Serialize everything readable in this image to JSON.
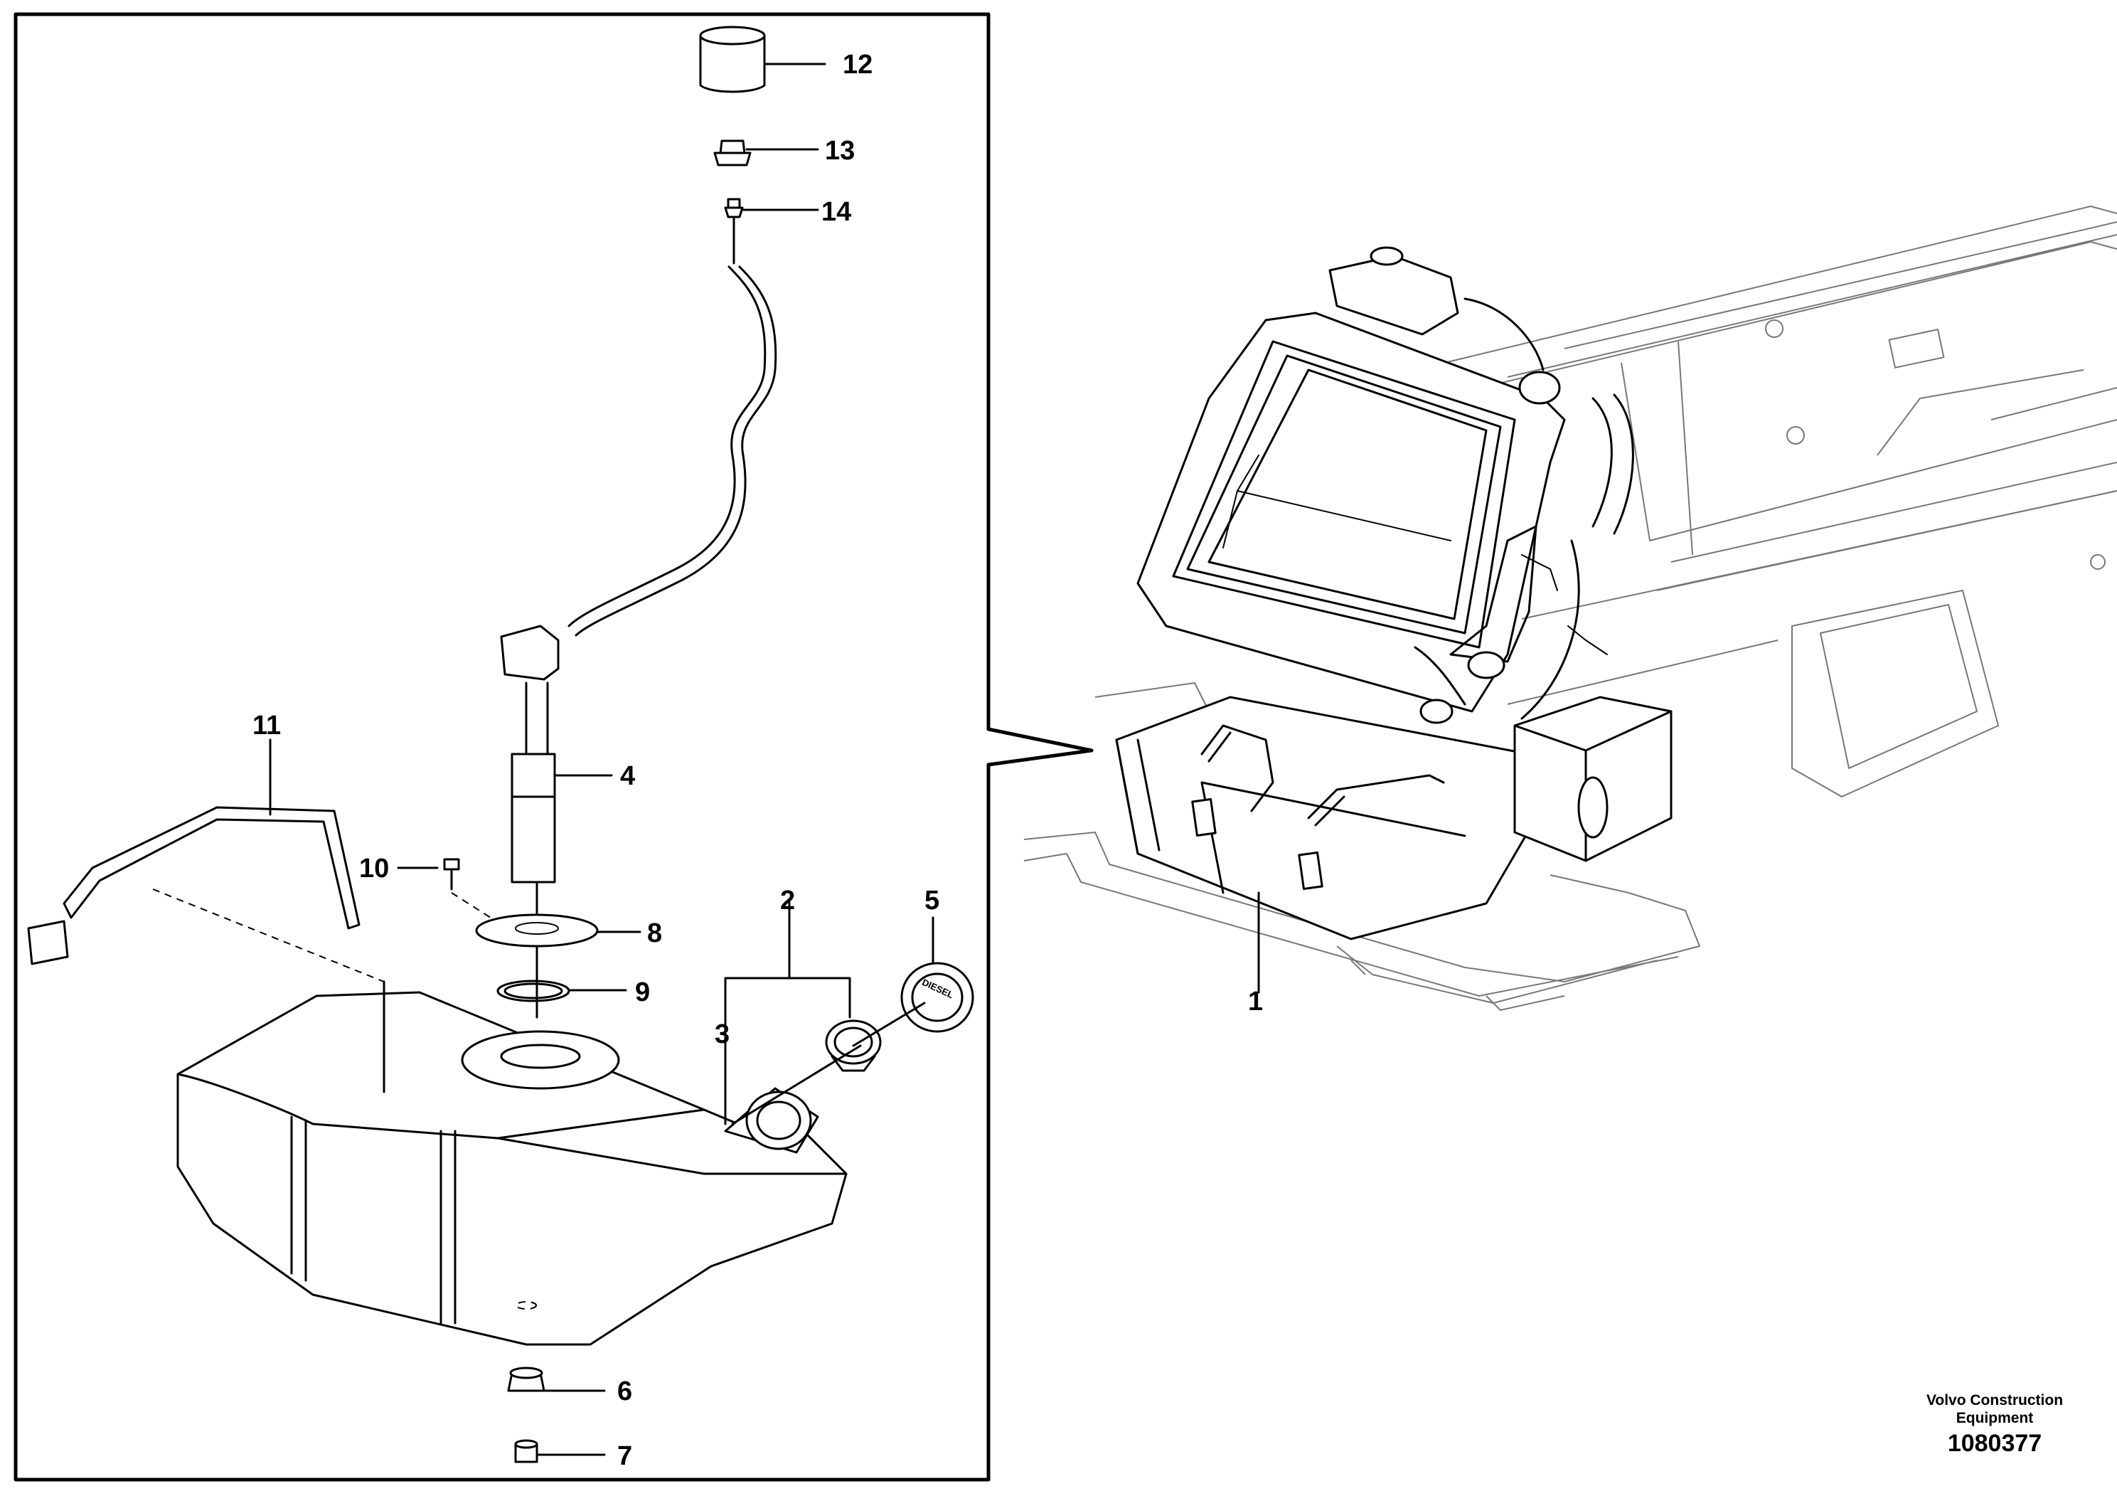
{
  "callouts": {
    "c1": "1",
    "c2": "2",
    "c3": "3",
    "c4": "4",
    "c5": "5",
    "c6": "6",
    "c7": "7",
    "c8": "8",
    "c9": "9",
    "c10": "10",
    "c11": "11",
    "c12": "12",
    "c13": "13",
    "c14": "14"
  },
  "brand": {
    "line1": "Volvo Construction",
    "line2": "Equipment"
  },
  "doc_number": "1080377",
  "cap_text": "DIESEL"
}
